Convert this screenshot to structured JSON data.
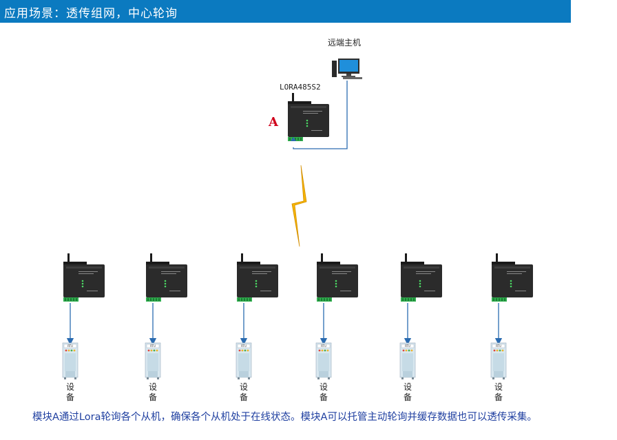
{
  "header": {
    "title": "应用场景：透传组网，中心轮询"
  },
  "nodes": {
    "remote_pc": {
      "label": "远端主机"
    },
    "master": {
      "model": "LORA485S2",
      "id": "A"
    },
    "device_label": "设备"
  },
  "slave_count": 6,
  "caption": "模块A通过Lora轮询各个从机，确保各个从机处于在线状态。模块A可以托管主动轮询并缓存数据也可以透传采集。",
  "colors": {
    "title_bg": "#0b7ac0",
    "link": "#2a6bb0",
    "lightning": "#f5b400",
    "module": "#2b2b2b",
    "terminal": "#2fae4e"
  }
}
